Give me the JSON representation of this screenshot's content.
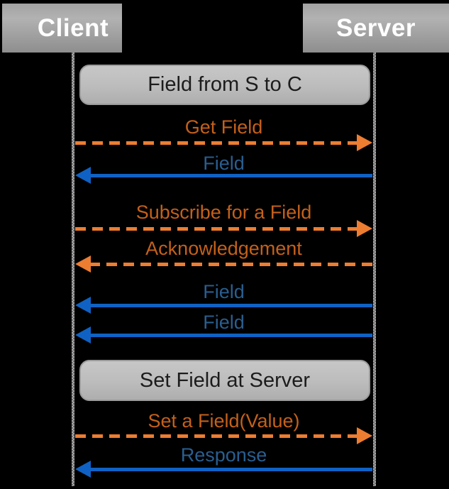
{
  "colors": {
    "background": "#000000",
    "orange_line": "#ed7d31",
    "orange_text": "#c4601a",
    "blue_line": "#0f62c4",
    "blue_text": "#295e90",
    "actor_box_gray": "#a2a2a2",
    "note_box_gray": "#bfbfbf",
    "lifeline_gray": "#8c8c8c",
    "actor_text": "#ffffff",
    "note_text": "#1c1c1c"
  },
  "actors": [
    {
      "label": "Client"
    },
    {
      "label": "Server"
    }
  ],
  "notes": [
    {
      "text": "Field from S to C"
    },
    {
      "text": "Set Field at Server"
    }
  ],
  "messages": [
    {
      "label": "Get Field",
      "from": "Client",
      "to": "Server",
      "direction": "right",
      "style": "dashed",
      "color": "orange"
    },
    {
      "label": "Field",
      "from": "Server",
      "to": "Client",
      "direction": "left",
      "style": "solid",
      "color": "blue"
    },
    {
      "label": "Subscribe for a Field",
      "from": "Client",
      "to": "Server",
      "direction": "right",
      "style": "dashed",
      "color": "orange"
    },
    {
      "label": "Acknowledgement",
      "from": "Server",
      "to": "Client",
      "direction": "left",
      "style": "dashed",
      "color": "orange"
    },
    {
      "label": "Field",
      "from": "Server",
      "to": "Client",
      "direction": "left",
      "style": "solid",
      "color": "blue"
    },
    {
      "label": "Field",
      "from": "Server",
      "to": "Client",
      "direction": "left",
      "style": "solid",
      "color": "blue"
    },
    {
      "label": "Set a Field(Value)",
      "from": "Client",
      "to": "Server",
      "direction": "right",
      "style": "dashed",
      "color": "orange"
    },
    {
      "label": "Response",
      "from": "Server",
      "to": "Client",
      "direction": "left",
      "style": "solid",
      "color": "blue"
    }
  ]
}
